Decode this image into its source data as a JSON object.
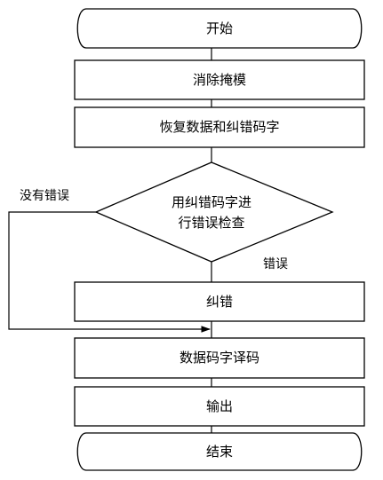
{
  "diagram": {
    "nodes": {
      "start": "开始",
      "remove_mask": "消除掩模",
      "recover_data": "恢复数据和纠错码字",
      "check_line1": "用纠错码字进",
      "check_line2": "行错误检查",
      "correct": "纠错",
      "decode": "数据码字译码",
      "output": "输出",
      "end": "结束"
    },
    "edge_labels": {
      "no_error": "没有错误",
      "error": "错误"
    }
  }
}
